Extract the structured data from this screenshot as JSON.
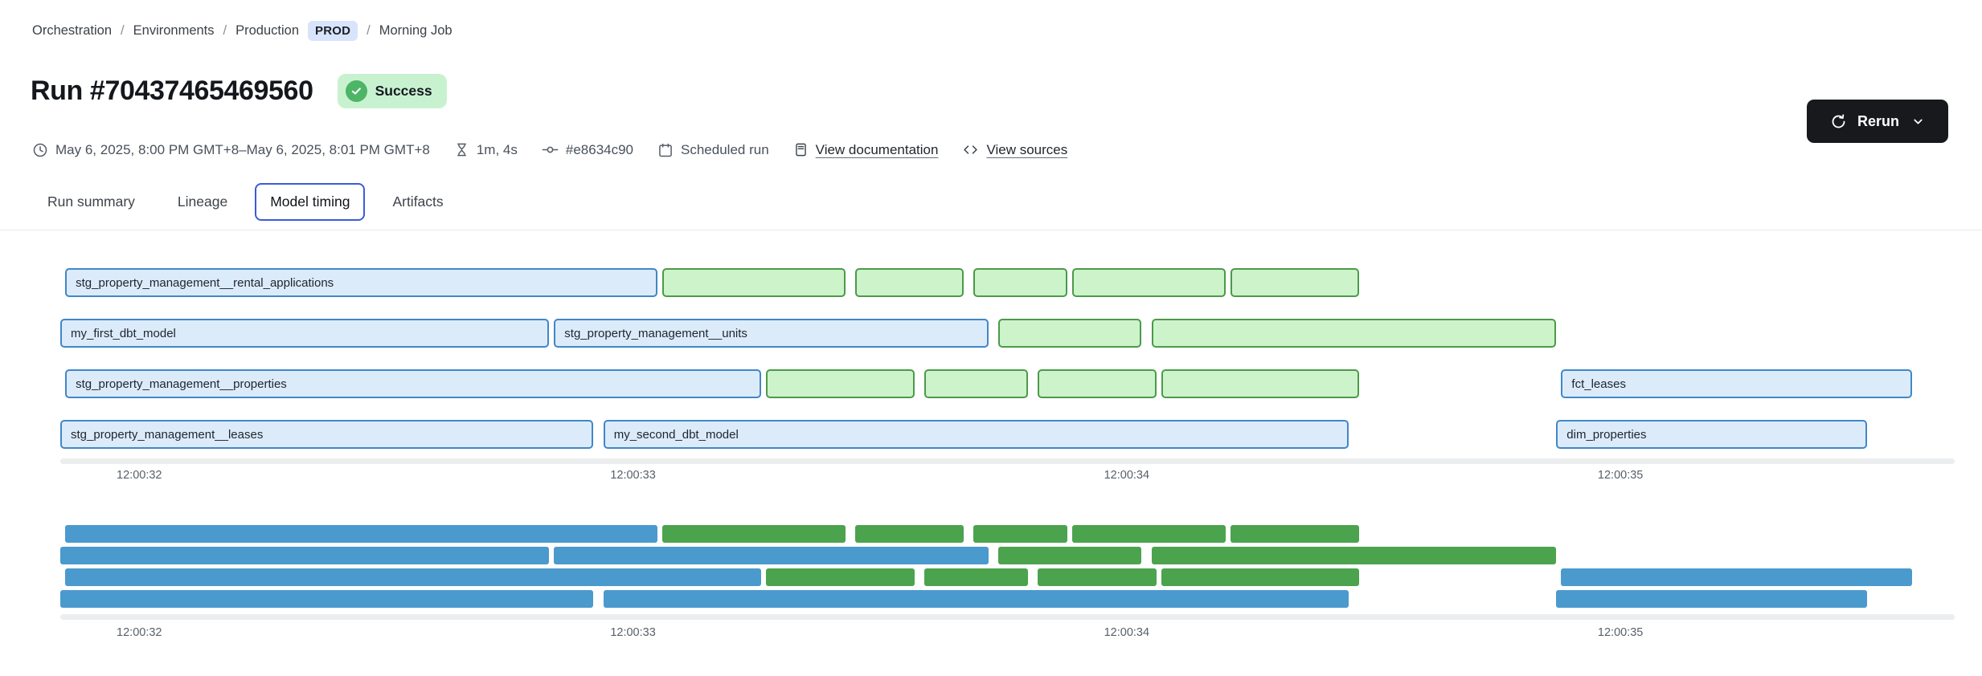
{
  "breadcrumb": {
    "separator": "/",
    "items": [
      "Orchestration",
      "Environments",
      "Production"
    ],
    "env_badge": "PROD",
    "current": "Morning Job"
  },
  "header": {
    "title": "Run #70437465469560",
    "status": "Success"
  },
  "rerun": {
    "label": "Rerun"
  },
  "meta": {
    "time_range": "May 6, 2025, 8:00 PM GMT+8–May 6, 2025, 8:01 PM GMT+8",
    "duration": "1m, 4s",
    "commit": "#e8634c90",
    "trigger": "Scheduled run",
    "docs_link": "View documentation",
    "sources_link": "View sources"
  },
  "tabs": {
    "items": [
      {
        "label": "Run summary",
        "selected": false
      },
      {
        "label": "Lineage",
        "selected": false
      },
      {
        "label": "Model timing",
        "selected": true
      },
      {
        "label": "Artifacts",
        "selected": false
      }
    ]
  },
  "palette": {
    "bar_blue_fill": "#dcebfa",
    "bar_blue_border": "#4187c7",
    "bar_green_fill": "#cdf3cb",
    "bar_green_border": "#4c9a49",
    "mini_blue": "#4a9ace",
    "mini_green": "#4ba34e",
    "accent_tab": "#3b5bdb",
    "badge_success_bg": "#c8f2cf",
    "badge_success_dot": "#4cb566",
    "prod_badge_bg": "#d8e4fb",
    "button_dark": "#17191d"
  },
  "chart_data": {
    "type": "gantt",
    "description": "Model timing gantt; times are seconds within minute 12:00 (UTC clock shown on axis). Blue = model bars (labeled), green = unlabeled bars. Mini overview mirrors main chart.",
    "time_axis": {
      "start": 31.84,
      "end": 35.69,
      "ticks": [
        {
          "t": 32,
          "label": "12:00:32"
        },
        {
          "t": 33,
          "label": "12:00:33"
        },
        {
          "t": 34,
          "label": "12:00:34"
        },
        {
          "t": 35,
          "label": "12:00:35"
        }
      ]
    },
    "row_count": 4,
    "bars": [
      {
        "row": 0,
        "label": "stg_property_management__rental_applications",
        "color": "blue",
        "start": 31.85,
        "end": 33.05
      },
      {
        "row": 0,
        "label": "",
        "color": "green",
        "start": 33.06,
        "end": 33.43
      },
      {
        "row": 0,
        "label": "",
        "color": "green",
        "start": 33.45,
        "end": 33.67
      },
      {
        "row": 0,
        "label": "",
        "color": "green",
        "start": 33.69,
        "end": 33.88
      },
      {
        "row": 0,
        "label": "",
        "color": "green",
        "start": 33.89,
        "end": 34.2
      },
      {
        "row": 0,
        "label": "",
        "color": "green",
        "start": 34.21,
        "end": 34.47
      },
      {
        "row": 1,
        "label": "my_first_dbt_model",
        "color": "blue",
        "start": 31.84,
        "end": 32.83
      },
      {
        "row": 1,
        "label": "stg_property_management__units",
        "color": "blue",
        "start": 32.84,
        "end": 33.72
      },
      {
        "row": 1,
        "label": "",
        "color": "green",
        "start": 33.74,
        "end": 34.03
      },
      {
        "row": 1,
        "label": "",
        "color": "green",
        "start": 34.05,
        "end": 34.87
      },
      {
        "row": 2,
        "label": "stg_property_management__properties",
        "color": "blue",
        "start": 31.85,
        "end": 33.26
      },
      {
        "row": 2,
        "label": "",
        "color": "green",
        "start": 33.27,
        "end": 33.57
      },
      {
        "row": 2,
        "label": "",
        "color": "green",
        "start": 33.59,
        "end": 33.8
      },
      {
        "row": 2,
        "label": "",
        "color": "green",
        "start": 33.82,
        "end": 34.06
      },
      {
        "row": 2,
        "label": "",
        "color": "green",
        "start": 34.07,
        "end": 34.47
      },
      {
        "row": 2,
        "label": "fct_leases",
        "color": "blue",
        "start": 34.88,
        "end": 35.59
      },
      {
        "row": 3,
        "label": "stg_property_management__leases",
        "color": "blue",
        "start": 31.84,
        "end": 32.92
      },
      {
        "row": 3,
        "label": "my_second_dbt_model",
        "color": "blue",
        "start": 32.94,
        "end": 34.45
      },
      {
        "row": 3,
        "label": "dim_properties",
        "color": "blue",
        "start": 34.87,
        "end": 35.5
      }
    ]
  }
}
